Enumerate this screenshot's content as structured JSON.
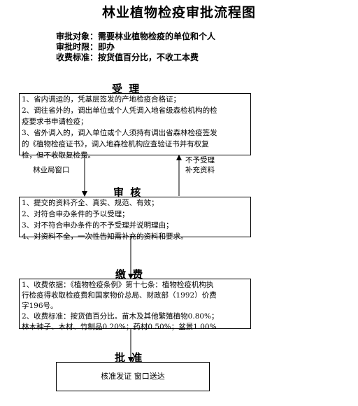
{
  "title": "林业植物检疫审批流程图",
  "meta": {
    "object": "审批对象：需要林业植物检疫的单位和个人",
    "time": "审批时限：即办",
    "fee": "收费标准：按货值百分比，不收工本费"
  },
  "stages": {
    "accept": {
      "label": "受 理",
      "lines": [
        "1、省内调运的，凭基层签发的产地检疫合格证；",
        "2、调往省外的，调出单位或个人凭调入地省级森检机构的检",
        "疫要求书申请检疫；",
        "3、省外调入的，调入单位或个人须持有调出省森林检疫签发",
        "的《植物检疫证书》，调入地森检机构应查验证书并有权复",
        "检，但不收取复检费。"
      ]
    },
    "review": {
      "label": "审 核",
      "lines": [
        "1、提交的资料齐全、真实、规范、有效；",
        "2、对符合申办条件的予以受理；",
        "3、对不符合申办条件的不予受理并说明理由；",
        "4、对资料不全，一次性告知需补充的资料和要求。"
      ]
    },
    "fee": {
      "label": "缴 费",
      "lines": [
        "1、收费依据：《植物检疫条例》第十七条：植物检疫机构执",
        "行检疫得收取检疫费和国家物价总局、财政部（1992）价费",
        "字196号。",
        "2、收费标准：按货值百分比。苗木及其他繁殖植物0.80%；",
        "林木种子、木材、竹制品0.20%；药材0.50%；盆景1.00%"
      ]
    },
    "approve": {
      "label": "批 准",
      "box": "核准发证 窗口送达"
    }
  },
  "side_labels": {
    "window": "林业局窗口",
    "reject_line1": "不予受理",
    "reject_line2": "补充资料"
  }
}
